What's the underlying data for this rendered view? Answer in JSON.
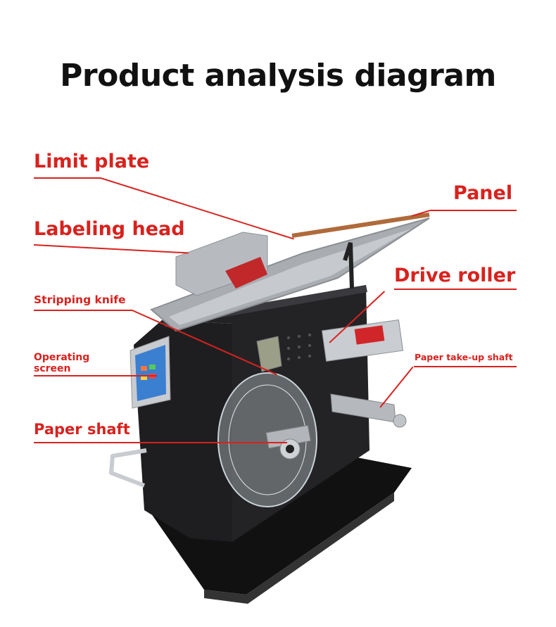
{
  "title": "Product analysis diagram",
  "labels": {
    "limit_plate": "Limit plate",
    "panel": "Panel",
    "labeling_head": "Labeling head",
    "drive_roller": "Drive roller",
    "stripping_knife": "Stripping knife",
    "operating_screen_line1": "Operating",
    "operating_screen_line2": "screen",
    "paper_takeup_shaft": "Paper take-up shaft",
    "paper_shaft": "Paper shaft"
  },
  "colors": {
    "accent": "#d8221e",
    "machine_body": "#1c1c1e",
    "steel": "#b9bcc0",
    "screen": "#3b7fd1"
  }
}
